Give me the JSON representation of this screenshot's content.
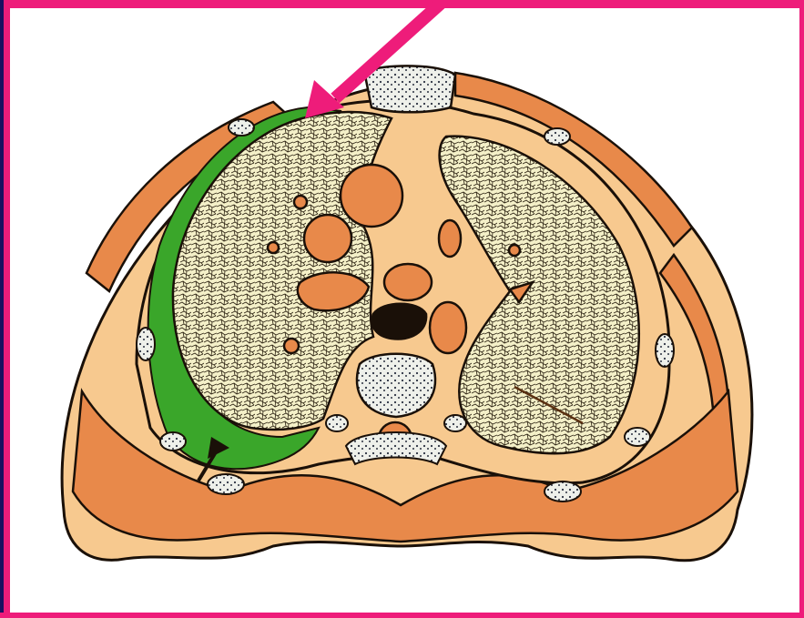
{
  "figure": {
    "subject": "axial-chest-cross-section",
    "highlighted_region": "right-pleural-effusion",
    "indicator_arrow": "pink-arrow",
    "secondary_arrow": "black-arrow"
  },
  "colors": {
    "frame_pink": "#ee1c7a",
    "frame_navy": "#1c1060",
    "muscle_orange": "#e8894a",
    "fat_tan": "#f7c98f",
    "lung_cream": "#f4f0c8",
    "effusion_green": "#3aa62a",
    "bone_white": "#eef0ea",
    "outline": "#1a1008"
  }
}
